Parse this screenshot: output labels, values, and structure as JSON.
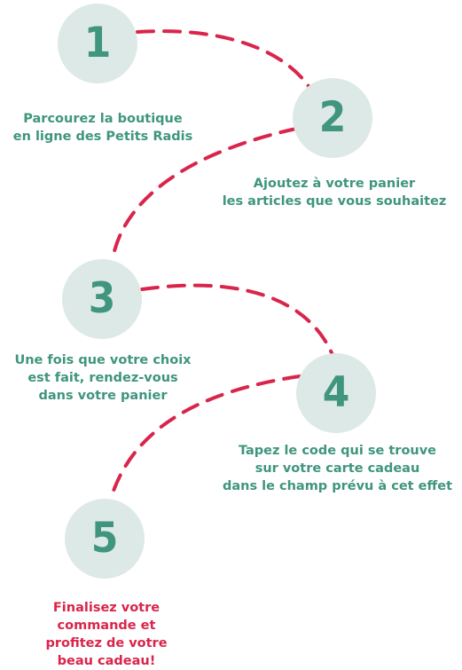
{
  "steps": [
    {
      "number": "1",
      "text": [
        "Parcourez la boutique",
        "en ligne des Petits Radis"
      ]
    },
    {
      "number": "2",
      "text": [
        "Ajoutez à votre panier",
        "les articles que vous souhaitez"
      ]
    },
    {
      "number": "3",
      "text": [
        "Une fois que votre choix",
        "est fait, rendez-vous",
        "dans votre panier"
      ]
    },
    {
      "number": "4",
      "text": [
        "Tapez le code qui se trouve",
        "sur votre carte cadeau",
        "dans le champ prévu à cet effet"
      ]
    },
    {
      "number": "5",
      "text": [
        "Finalisez votre",
        "commande et",
        "profitez de votre",
        "beau cadeau!"
      ]
    }
  ],
  "colors": {
    "circle_fill": "#dde9e6",
    "number": "#3f957d",
    "text": "#3f957d",
    "final_text": "#d9254b",
    "connector": "#d9254b"
  }
}
